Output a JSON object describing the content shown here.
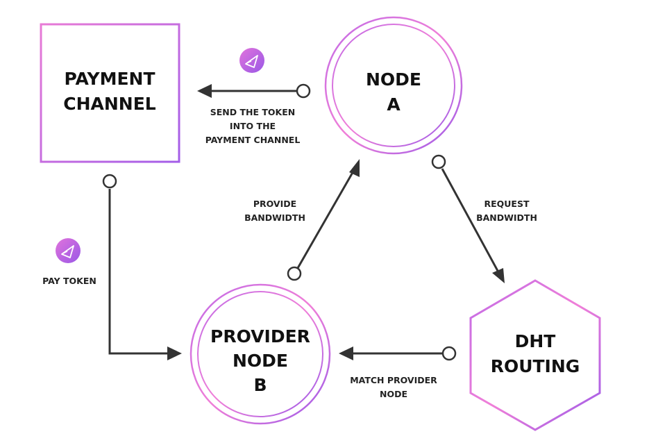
{
  "nodes": {
    "payment_channel": {
      "line1": "PAYMENT",
      "line2": "CHANNEL"
    },
    "node_a": {
      "line1": "NODE",
      "line2": "A"
    },
    "provider_node_b": {
      "line1": "PROVIDER",
      "line2": "NODE",
      "line3": "B"
    },
    "dht_routing": {
      "line1": "DHT",
      "line2": "ROUTING"
    }
  },
  "edges": {
    "send_token": {
      "line1": "SEND THE TOKEN",
      "line2": "INTO THE",
      "line3": "PAYMENT CHANNEL"
    },
    "provide_bandwidth": {
      "line1": "PROVIDE",
      "line2": "BANDWIDTH"
    },
    "request_bandwidth": {
      "line1": "REQUEST",
      "line2": "BANDWIDTH"
    },
    "match_provider": {
      "line1": "MATCH PROVIDER",
      "line2": "NODE"
    },
    "pay_token": {
      "line1": "PAY TOKEN"
    }
  },
  "icons": {
    "token_icon": "token-triangle-icon"
  },
  "colors": {
    "gradient_start": "#f07fd8",
    "gradient_end": "#a05ce6",
    "badge_start": "#d66ae0",
    "badge_end": "#9b5ae8",
    "line": "#333333"
  }
}
